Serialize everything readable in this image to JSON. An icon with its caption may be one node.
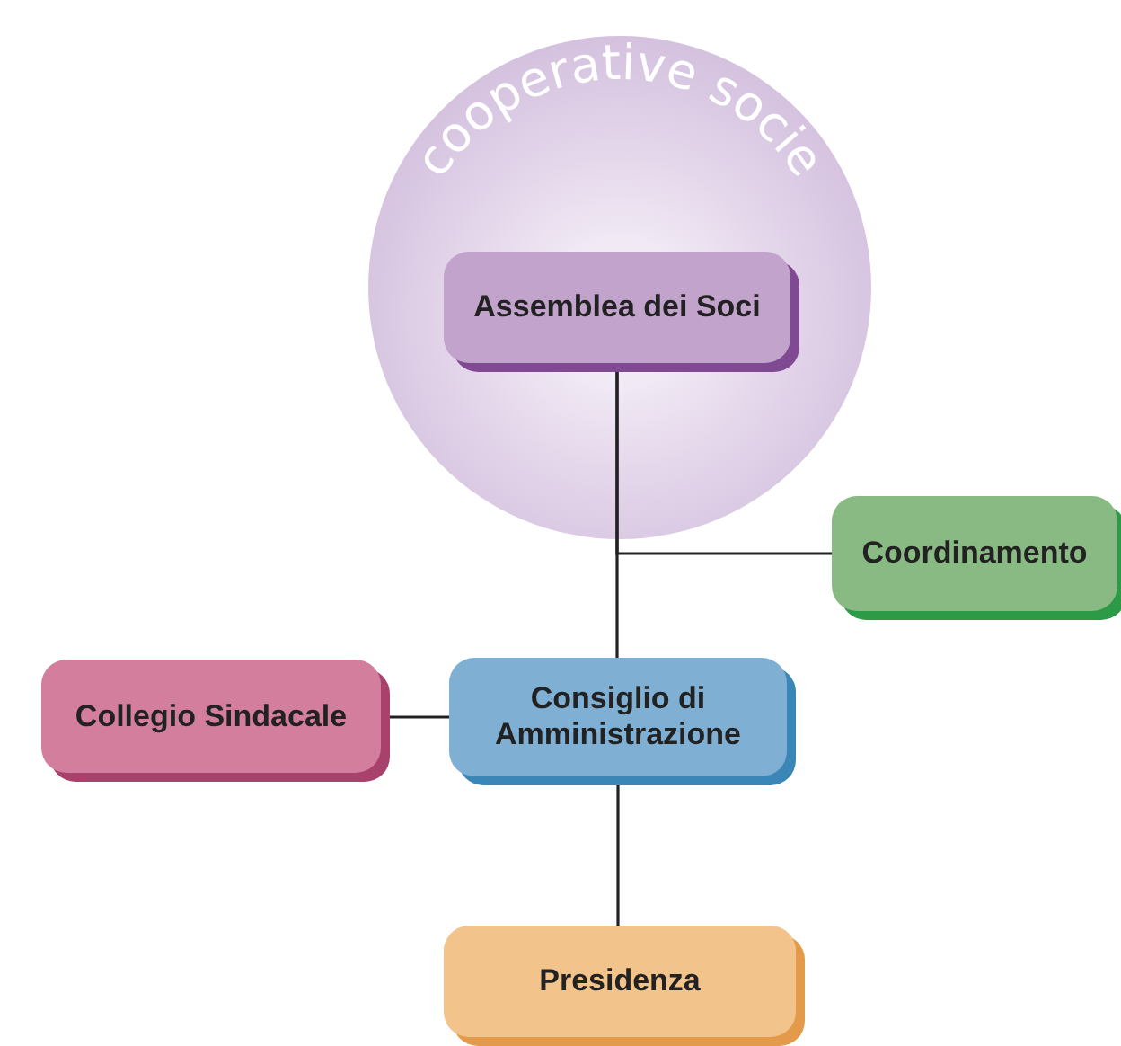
{
  "diagram": {
    "nodes": [
      {
        "text": [
          "cooperative socie"
        ]
      },
      {
        "text": [
          "Assemblea dei Soci"
        ],
        "in": 0
      },
      {
        "text": [
          "Coordinamento"
        ]
      },
      {
        "text": [
          "Collegio Sindacale"
        ]
      },
      {
        "text": [
          "Consiglio di Amministrazione"
        ]
      },
      {
        "text": [
          "Presidenza"
        ]
      }
    ],
    "edges": [
      {
        "from": 1,
        "to": 4,
        "arrow": "none"
      },
      {
        "from": 1,
        "to": 2,
        "arrow": "none"
      },
      {
        "from": 3,
        "to": 4,
        "arrow": "none"
      },
      {
        "from": 4,
        "to": 5,
        "arrow": "none"
      }
    ]
  }
}
